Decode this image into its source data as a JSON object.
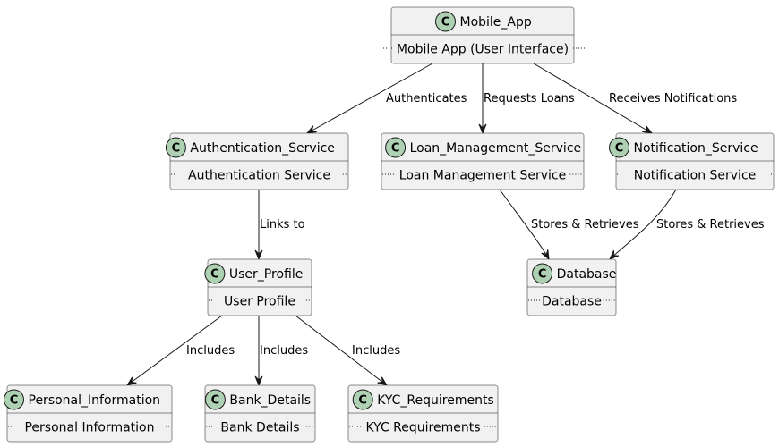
{
  "classes": [
    {
      "key": "mobile_app",
      "stereotype": "C",
      "name": "Mobile_App",
      "member": "Mobile App (User Interface)"
    },
    {
      "key": "authentication_service",
      "stereotype": "C",
      "name": "Authentication_Service",
      "member": "Authentication Service"
    },
    {
      "key": "loan_management_service",
      "stereotype": "C",
      "name": "Loan_Management_Service",
      "member": "Loan Management Service"
    },
    {
      "key": "notification_service",
      "stereotype": "C",
      "name": "Notification_Service",
      "member": "Notification Service"
    },
    {
      "key": "user_profile",
      "stereotype": "C",
      "name": "User_Profile",
      "member": "User Profile"
    },
    {
      "key": "database",
      "stereotype": "C",
      "name": "Database",
      "member": "Database"
    },
    {
      "key": "personal_information",
      "stereotype": "C",
      "name": "Personal_Information",
      "member": "Personal Information"
    },
    {
      "key": "bank_details",
      "stereotype": "C",
      "name": "Bank_Details",
      "member": "Bank Details"
    },
    {
      "key": "kyc_requirements",
      "stereotype": "C",
      "name": "KYC_Requirements",
      "member": "KYC Requirements"
    }
  ],
  "relations": [
    {
      "key": "authenticates",
      "from": "Mobile_App",
      "to": "Authentication_Service",
      "label": "Authenticates"
    },
    {
      "key": "requests_loans",
      "from": "Mobile_App",
      "to": "Loan_Management_Service",
      "label": "Requests Loans"
    },
    {
      "key": "receives_notifications",
      "from": "Mobile_App",
      "to": "Notification_Service",
      "label": "Receives Notifications"
    },
    {
      "key": "links_to",
      "from": "Authentication_Service",
      "to": "User_Profile",
      "label": "Links to"
    },
    {
      "key": "loan_stores_retrieves",
      "from": "Loan_Management_Service",
      "to": "Database",
      "label": "Stores & Retrieves"
    },
    {
      "key": "notification_stores_retrieves",
      "from": "Notification_Service",
      "to": "Database",
      "label": "Stores & Retrieves"
    },
    {
      "key": "includes_personal",
      "from": "User_Profile",
      "to": "Personal_Information",
      "label": "Includes"
    },
    {
      "key": "includes_bank",
      "from": "User_Profile",
      "to": "Bank_Details",
      "label": "Includes"
    },
    {
      "key": "includes_kyc",
      "from": "User_Profile",
      "to": "KYC_Requirements",
      "label": "Includes"
    }
  ]
}
